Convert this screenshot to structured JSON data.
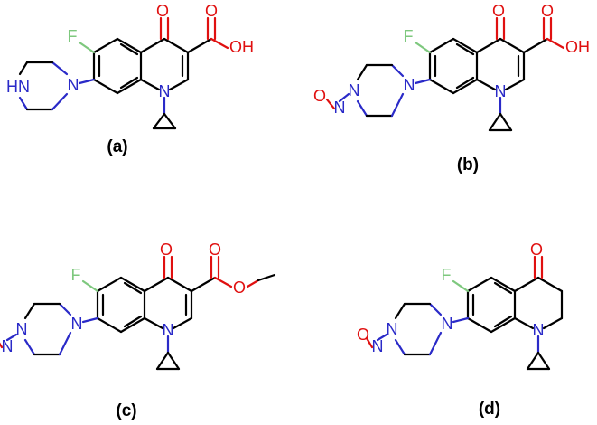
{
  "colors": {
    "bond": "#000000",
    "nitrogen": "#2a2ac8",
    "oxygen": "#e01010",
    "fluorine": "#7ec87e"
  },
  "atoms": {
    "F": "F",
    "O": "O",
    "N": "N",
    "HN": "HN",
    "OH": "OH"
  },
  "panels": [
    {
      "label": "(a)"
    },
    {
      "label": "(b)"
    },
    {
      "label": "(c)"
    },
    {
      "label": "(d)"
    }
  ]
}
